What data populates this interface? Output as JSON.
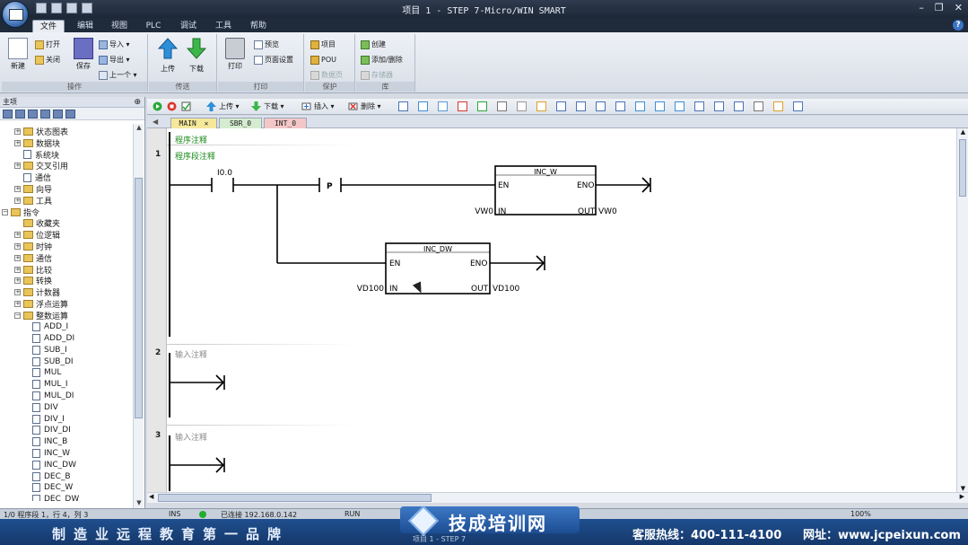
{
  "window": {
    "title": "项目 1 - STEP 7-Micro/WIN SMART",
    "minimize": "–",
    "restore": "❐",
    "close": "✕"
  },
  "ribbon": {
    "tabs": [
      "文件",
      "编辑",
      "视图",
      "PLC",
      "调试",
      "工具",
      "帮助"
    ],
    "active_tab": "文件",
    "help_icon": "?",
    "groups": {
      "operations": {
        "label": "操作",
        "new": "新建",
        "open": "打开",
        "close": "关闭",
        "save": "保存",
        "import": "导入 ▾",
        "export": "导出 ▾",
        "previous": "上一个 ▾"
      },
      "transfer": {
        "label": "传送",
        "upload": "上传",
        "download": "下载"
      },
      "print": {
        "label": "打印",
        "print": "打印",
        "preview": "预览",
        "page_setup": "页面设置"
      },
      "protect": {
        "label": "保护",
        "project": "项目",
        "pou": "POU",
        "data_page": "数据页"
      },
      "library": {
        "label": "库",
        "create": "创建",
        "add_remove": "添加/删除",
        "memory": "存储器"
      }
    }
  },
  "nav": {
    "header": "主项",
    "pin": "⊕",
    "items": [
      {
        "label": "状态图表",
        "level": 1,
        "exp": "+",
        "icon": "folder"
      },
      {
        "label": "数据块",
        "level": 1,
        "exp": "+",
        "icon": "folder"
      },
      {
        "label": "系统块",
        "level": 1,
        "exp": "",
        "icon": "leaf"
      },
      {
        "label": "交叉引用",
        "level": 1,
        "exp": "+",
        "icon": "folder"
      },
      {
        "label": "通信",
        "level": 1,
        "exp": "",
        "icon": "leaf"
      },
      {
        "label": "向导",
        "level": 1,
        "exp": "+",
        "icon": "folder"
      },
      {
        "label": "工具",
        "level": 1,
        "exp": "+",
        "icon": "folder"
      },
      {
        "label": "指令",
        "level": 0,
        "exp": "−",
        "icon": "folder"
      },
      {
        "label": "收藏夹",
        "level": 1,
        "exp": "",
        "icon": "folder"
      },
      {
        "label": "位逻辑",
        "level": 1,
        "exp": "+",
        "icon": "folder"
      },
      {
        "label": "时钟",
        "level": 1,
        "exp": "+",
        "icon": "folder"
      },
      {
        "label": "通信",
        "level": 1,
        "exp": "+",
        "icon": "folder"
      },
      {
        "label": "比较",
        "level": 1,
        "exp": "+",
        "icon": "folder"
      },
      {
        "label": "转换",
        "level": 1,
        "exp": "+",
        "icon": "folder"
      },
      {
        "label": "计数器",
        "level": 1,
        "exp": "+",
        "icon": "folder"
      },
      {
        "label": "浮点运算",
        "level": 1,
        "exp": "+",
        "icon": "folder"
      },
      {
        "label": "整数运算",
        "level": 1,
        "exp": "−",
        "icon": "folder"
      },
      {
        "label": "ADD_I",
        "level": 2,
        "exp": "",
        "icon": "leaf"
      },
      {
        "label": "ADD_DI",
        "level": 2,
        "exp": "",
        "icon": "leaf"
      },
      {
        "label": "SUB_I",
        "level": 2,
        "exp": "",
        "icon": "leaf"
      },
      {
        "label": "SUB_DI",
        "level": 2,
        "exp": "",
        "icon": "leaf"
      },
      {
        "label": "MUL",
        "level": 2,
        "exp": "",
        "icon": "leaf"
      },
      {
        "label": "MUL_I",
        "level": 2,
        "exp": "",
        "icon": "leaf"
      },
      {
        "label": "MUL_DI",
        "level": 2,
        "exp": "",
        "icon": "leaf"
      },
      {
        "label": "DIV",
        "level": 2,
        "exp": "",
        "icon": "leaf"
      },
      {
        "label": "DIV_I",
        "level": 2,
        "exp": "",
        "icon": "leaf"
      },
      {
        "label": "DIV_DI",
        "level": 2,
        "exp": "",
        "icon": "leaf"
      },
      {
        "label": "INC_B",
        "level": 2,
        "exp": "",
        "icon": "leaf"
      },
      {
        "label": "INC_W",
        "level": 2,
        "exp": "",
        "icon": "leaf"
      },
      {
        "label": "INC_DW",
        "level": 2,
        "exp": "",
        "icon": "leaf"
      },
      {
        "label": "DEC_B",
        "level": 2,
        "exp": "",
        "icon": "leaf"
      },
      {
        "label": "DEC_W",
        "level": 2,
        "exp": "",
        "icon": "leaf"
      },
      {
        "label": "DEC_DW",
        "level": 2,
        "exp": "",
        "icon": "leaf"
      }
    ]
  },
  "editor_toolbar": {
    "upload": "上传 ▾",
    "download": "下载 ▾",
    "insert": "插入 ▾",
    "delete": "删除 ▾"
  },
  "pou_tabs": [
    {
      "label": "MAIN",
      "close": "✕",
      "active": true
    },
    {
      "label": "SBR_0",
      "close": "",
      "active": false
    },
    {
      "label": "INT_0",
      "close": "",
      "active": false
    }
  ],
  "program": {
    "program_comment": "程序注释",
    "networks": [
      {
        "number": "1",
        "comment": "程序段注释",
        "contact": "I0.0",
        "edge": "P",
        "boxes": [
          {
            "name": "INC_W",
            "en": "EN",
            "eno": "ENO",
            "in_pin": "IN",
            "out_pin": "OUT",
            "in_operand": "VW0",
            "out_operand": "VW0"
          },
          {
            "name": "INC_DW",
            "en": "EN",
            "eno": "ENO",
            "in_pin": "IN",
            "out_pin": "OUT",
            "in_operand": "VD100",
            "out_operand": "VD100"
          }
        ]
      },
      {
        "number": "2",
        "comment": "输入注释"
      },
      {
        "number": "3",
        "comment": "输入注释"
      }
    ]
  },
  "statusbar": {
    "position": "1/0 程序段 1，行 4，列 3",
    "mode": "INS",
    "connection": "已连接 192.168.0.142",
    "plc_state": "RUN",
    "zoom": "100%"
  },
  "banner": {
    "slogan": "制造业远程教育第一品牌",
    "logo": "技成培训网",
    "hotline": "客服热线：400-111-4100",
    "site": "网址：www.jcpeixun.com",
    "taskbar": "项目 1 - STEP 7"
  },
  "colors": {
    "accent": "#1f4f8f",
    "comment_green": "#1b8a1b",
    "ladder_line": "#000000"
  }
}
